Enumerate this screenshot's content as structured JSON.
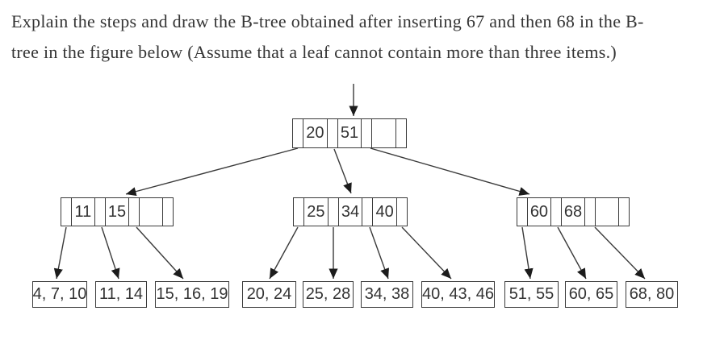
{
  "title": {
    "line1": "Explain the steps and draw the B-tree obtained after inserting 67 and then 68 in the B-",
    "line2": "tree in the figure below (Assume that a leaf cannot contain more than three items.)"
  },
  "colors": {
    "ink": "#3a3a3a",
    "text": "#343434",
    "background": "#ffffff"
  },
  "tree": {
    "description": "B-tree figure (leaf capacity: three items)",
    "root": {
      "keys": [
        "20",
        "51",
        ""
      ]
    },
    "internal_nodes": [
      {
        "keys": [
          "11",
          "15",
          ""
        ]
      },
      {
        "keys": [
          "25",
          "34",
          "40"
        ]
      },
      {
        "keys": [
          "60",
          "68",
          ""
        ]
      }
    ],
    "leaves": [
      "4, 7, 10",
      "11, 14",
      "15, 16, 19",
      "20, 24",
      "25, 28",
      "34, 38",
      "40, 43, 46",
      "51, 55",
      "60, 65",
      "68, 80"
    ]
  }
}
